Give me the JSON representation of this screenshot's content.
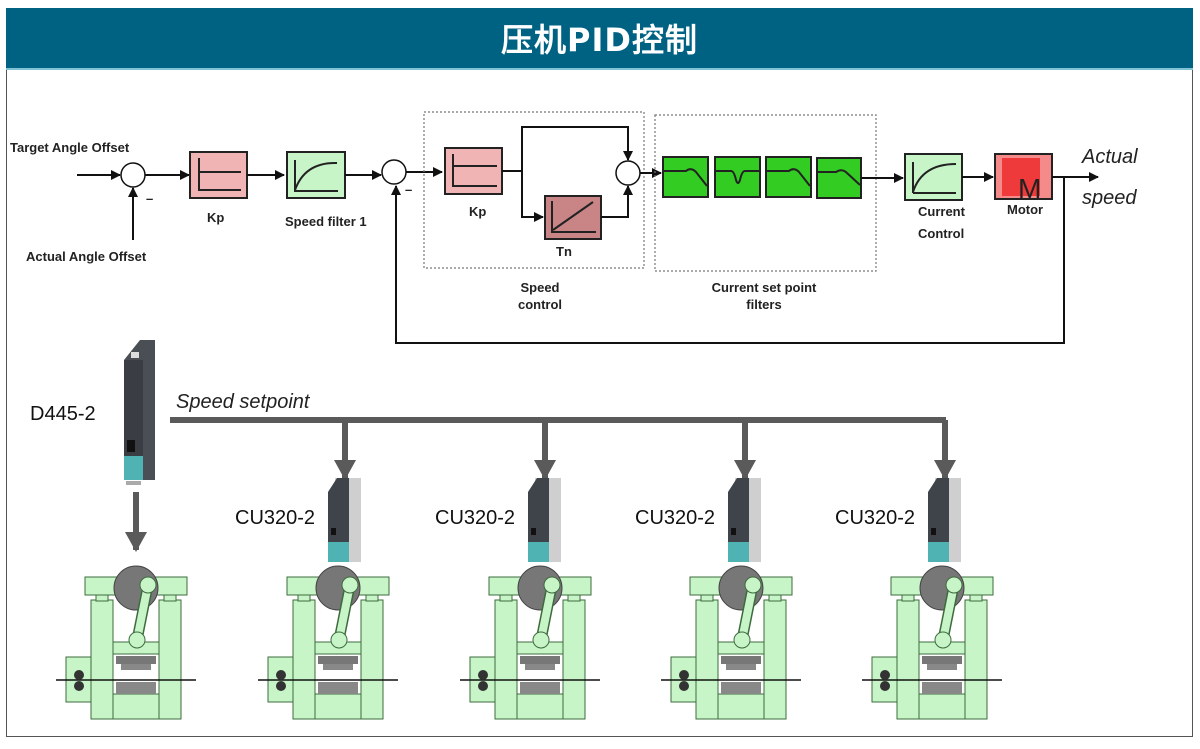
{
  "title": "压机PID控制",
  "colors": {
    "title_bg": "#006283",
    "kp_block": "#f0b4b4",
    "tn_block": "#c98585",
    "filter_block": "#c8f5c8",
    "setpoint_filter_block": "#33cc22",
    "motor_block": "#ee4444",
    "press_frame": "#c8f5c8",
    "bus_line": "#5a5a5a"
  },
  "control_loop": {
    "inputs": {
      "target": "Target Angle Offset",
      "actual": "Actual Angle Offset",
      "minus_sign_1": "–",
      "minus_sign_2": "–"
    },
    "blocks": {
      "kp_outer": "Kp",
      "speed_filter": "Speed filter 1",
      "kp_inner": "Kp",
      "tn": "Tn",
      "current_control_line1": "Current",
      "current_control_line2": "Control",
      "motor_letter": "M",
      "motor": "Motor"
    },
    "groups": {
      "speed_control_line1": "Speed",
      "speed_control_line2": "control",
      "setpoint_filters_line1": "Current set point",
      "setpoint_filters_line2": "filters"
    },
    "output_line1": "Actual",
    "output_line2": "speed"
  },
  "system": {
    "master": "D445-2",
    "bus_label": "Speed setpoint",
    "slaves": [
      "CU320-2",
      "CU320-2",
      "CU320-2",
      "CU320-2"
    ],
    "press_count": 5
  }
}
